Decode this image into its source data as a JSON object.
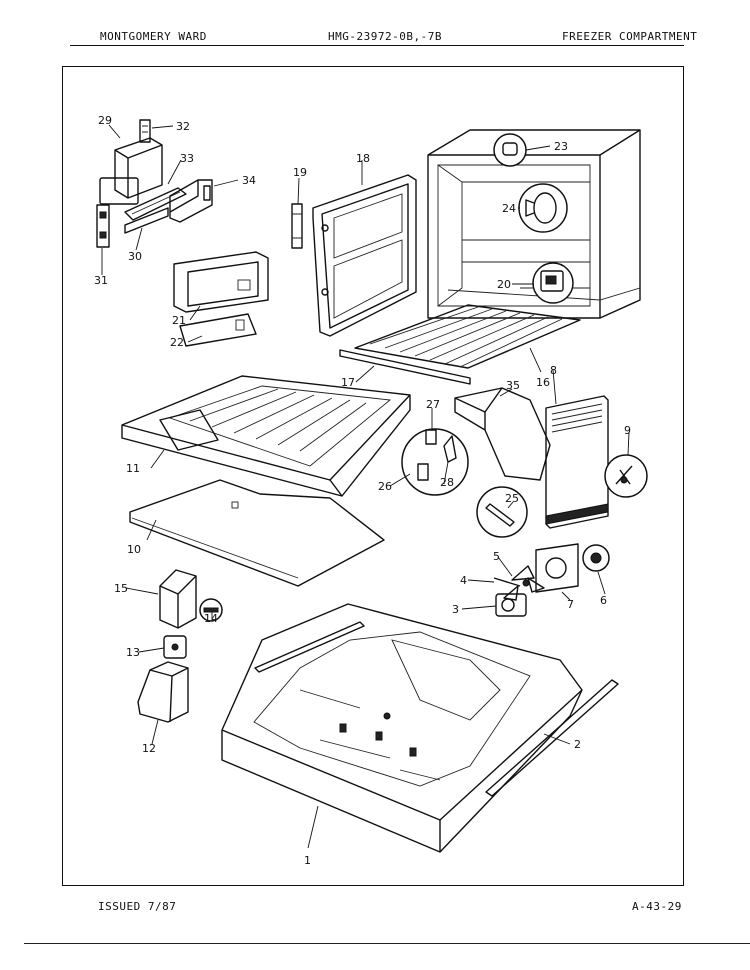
{
  "header": {
    "brand": "MONTGOMERY WARD",
    "model": "HMG-23972-0B,-7B",
    "section": "FREEZER COMPARTMENT"
  },
  "footer": {
    "issued": "ISSUED 7/87",
    "page_ref": "A-43-29"
  },
  "callouts": [
    {
      "key": "1",
      "label": "1"
    },
    {
      "key": "2",
      "label": "2"
    },
    {
      "key": "3",
      "label": "3"
    },
    {
      "key": "4",
      "label": "4"
    },
    {
      "key": "5",
      "label": "5"
    },
    {
      "key": "6",
      "label": "6"
    },
    {
      "key": "7",
      "label": "7"
    },
    {
      "key": "8",
      "label": "8"
    },
    {
      "key": "9",
      "label": "9"
    },
    {
      "key": "10",
      "label": "10"
    },
    {
      "key": "11",
      "label": "11"
    },
    {
      "key": "12",
      "label": "12"
    },
    {
      "key": "13",
      "label": "13"
    },
    {
      "key": "14",
      "label": "14"
    },
    {
      "key": "15",
      "label": "15"
    },
    {
      "key": "16",
      "label": "16"
    },
    {
      "key": "17",
      "label": "17"
    },
    {
      "key": "18",
      "label": "18"
    },
    {
      "key": "19",
      "label": "19"
    },
    {
      "key": "20",
      "label": "20"
    },
    {
      "key": "21",
      "label": "21"
    },
    {
      "key": "22",
      "label": "22"
    },
    {
      "key": "23",
      "label": "23"
    },
    {
      "key": "24",
      "label": "24"
    },
    {
      "key": "25",
      "label": "25"
    },
    {
      "key": "26",
      "label": "26"
    },
    {
      "key": "27",
      "label": "27"
    },
    {
      "key": "28",
      "label": "28"
    },
    {
      "key": "29",
      "label": "29"
    },
    {
      "key": "30",
      "label": "30"
    },
    {
      "key": "31",
      "label": "31"
    },
    {
      "key": "32",
      "label": "32"
    },
    {
      "key": "33",
      "label": "33"
    },
    {
      "key": "34",
      "label": "34"
    },
    {
      "key": "35",
      "label": "35"
    }
  ]
}
